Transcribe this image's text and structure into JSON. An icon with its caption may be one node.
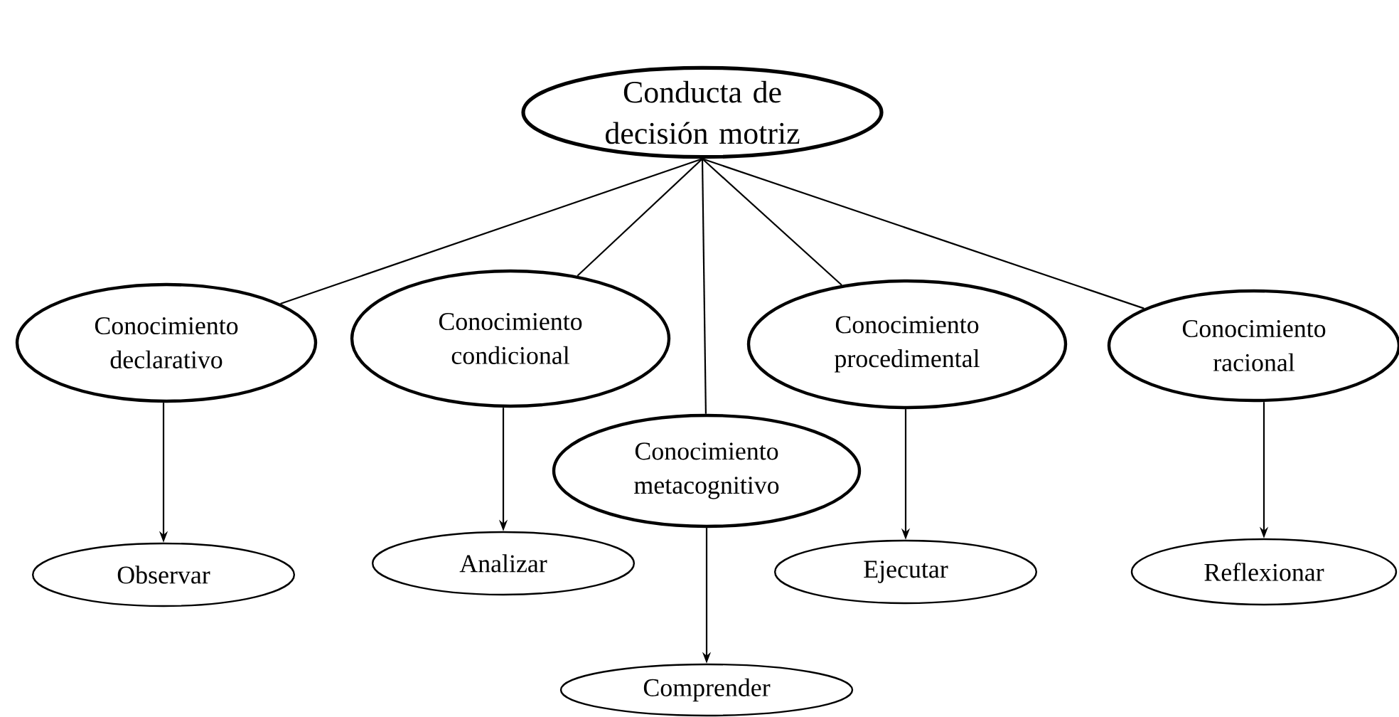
{
  "diagram": {
    "nodes": [
      {
        "text": [
          "Conducta de decisión motriz"
        ]
      },
      {
        "text": [
          "Conocimiento declarativo"
        ]
      },
      {
        "text": [
          "Conocimiento condicional"
        ]
      },
      {
        "text": [
          "Conocimiento metacognitivo"
        ]
      },
      {
        "text": [
          "Conocimiento procedimental"
        ]
      },
      {
        "text": [
          "Conocimiento racional"
        ]
      },
      {
        "text": [
          "Observar"
        ]
      },
      {
        "text": [
          "Analizar"
        ]
      },
      {
        "text": [
          "Comprender"
        ]
      },
      {
        "text": [
          "Ejecutar"
        ]
      },
      {
        "text": [
          "Reflexionar"
        ]
      }
    ],
    "edges": [
      {
        "from": 0,
        "to": 1,
        "arrow": "none"
      },
      {
        "from": 0,
        "to": 2,
        "arrow": "none"
      },
      {
        "from": 0,
        "to": 3,
        "arrow": "none"
      },
      {
        "from": 0,
        "to": 4,
        "arrow": "none"
      },
      {
        "from": 0,
        "to": 5,
        "arrow": "none"
      },
      {
        "from": 1,
        "to": 6,
        "arrow": "to"
      },
      {
        "from": 2,
        "to": 7,
        "arrow": "to"
      },
      {
        "from": 3,
        "to": 8,
        "arrow": "to"
      },
      {
        "from": 4,
        "to": 9,
        "arrow": "to"
      },
      {
        "from": 5,
        "to": 10,
        "arrow": "to"
      }
    ]
  }
}
